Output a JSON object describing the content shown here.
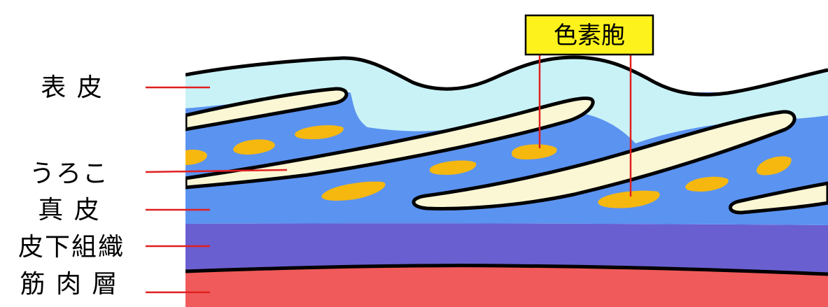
{
  "labels": {
    "epidermis": "表 皮",
    "scales": "うろこ",
    "dermis": "真 皮",
    "subcutaneous": "皮下組織",
    "muscle": "筋 肉 層",
    "chromatophore": "色素胞"
  },
  "colors": {
    "epidermis": "#c9f2f7",
    "dermis": "#5b93f0",
    "subcutaneous": "#6a5fd0",
    "muscle": "#f05a5a",
    "scale": "#fbf7d4",
    "pigment": "#f6b80f",
    "leader": "#e02020",
    "callout_bg": "#fdf21c"
  }
}
